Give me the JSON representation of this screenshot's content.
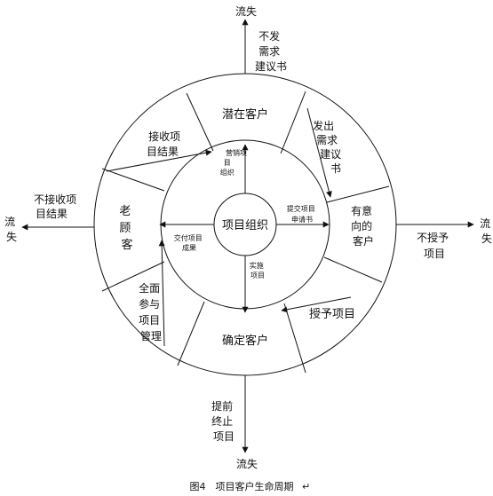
{
  "center": "项目组织",
  "segments": {
    "top": "潜在客户",
    "right": [
      "有意",
      "向的",
      "客户"
    ],
    "bottom": "确定客户",
    "left": [
      "老",
      "顾",
      "客"
    ]
  },
  "inner_labels": {
    "top": [
      "目",
      "组织",
      "营销项"
    ],
    "right": [
      "提交项目",
      "申请书"
    ],
    "bottom": [
      "实施",
      "项目"
    ],
    "left": [
      "交付项目",
      "成果"
    ]
  },
  "ring_labels": {
    "top_right": [
      "发出",
      "需求",
      "建议",
      "书"
    ],
    "bottom_right": "授予项目",
    "bottom_left": [
      "全面",
      "参与",
      "项目",
      "管理"
    ],
    "top_left": [
      "接收项",
      "目结果"
    ]
  },
  "outflows": {
    "top": {
      "end": "流失",
      "label": [
        "不发",
        "需求",
        "建议书"
      ]
    },
    "right": {
      "end": [
        "流",
        "失"
      ],
      "label": [
        "不授予",
        "项目"
      ]
    },
    "bottom": {
      "end": "流失",
      "label": [
        "提前",
        "终止",
        "项目"
      ]
    },
    "left": {
      "end": [
        "流",
        "失"
      ],
      "label": [
        "不接收项",
        "目结果"
      ]
    }
  },
  "caption": "图4　项目客户生命周期"
}
